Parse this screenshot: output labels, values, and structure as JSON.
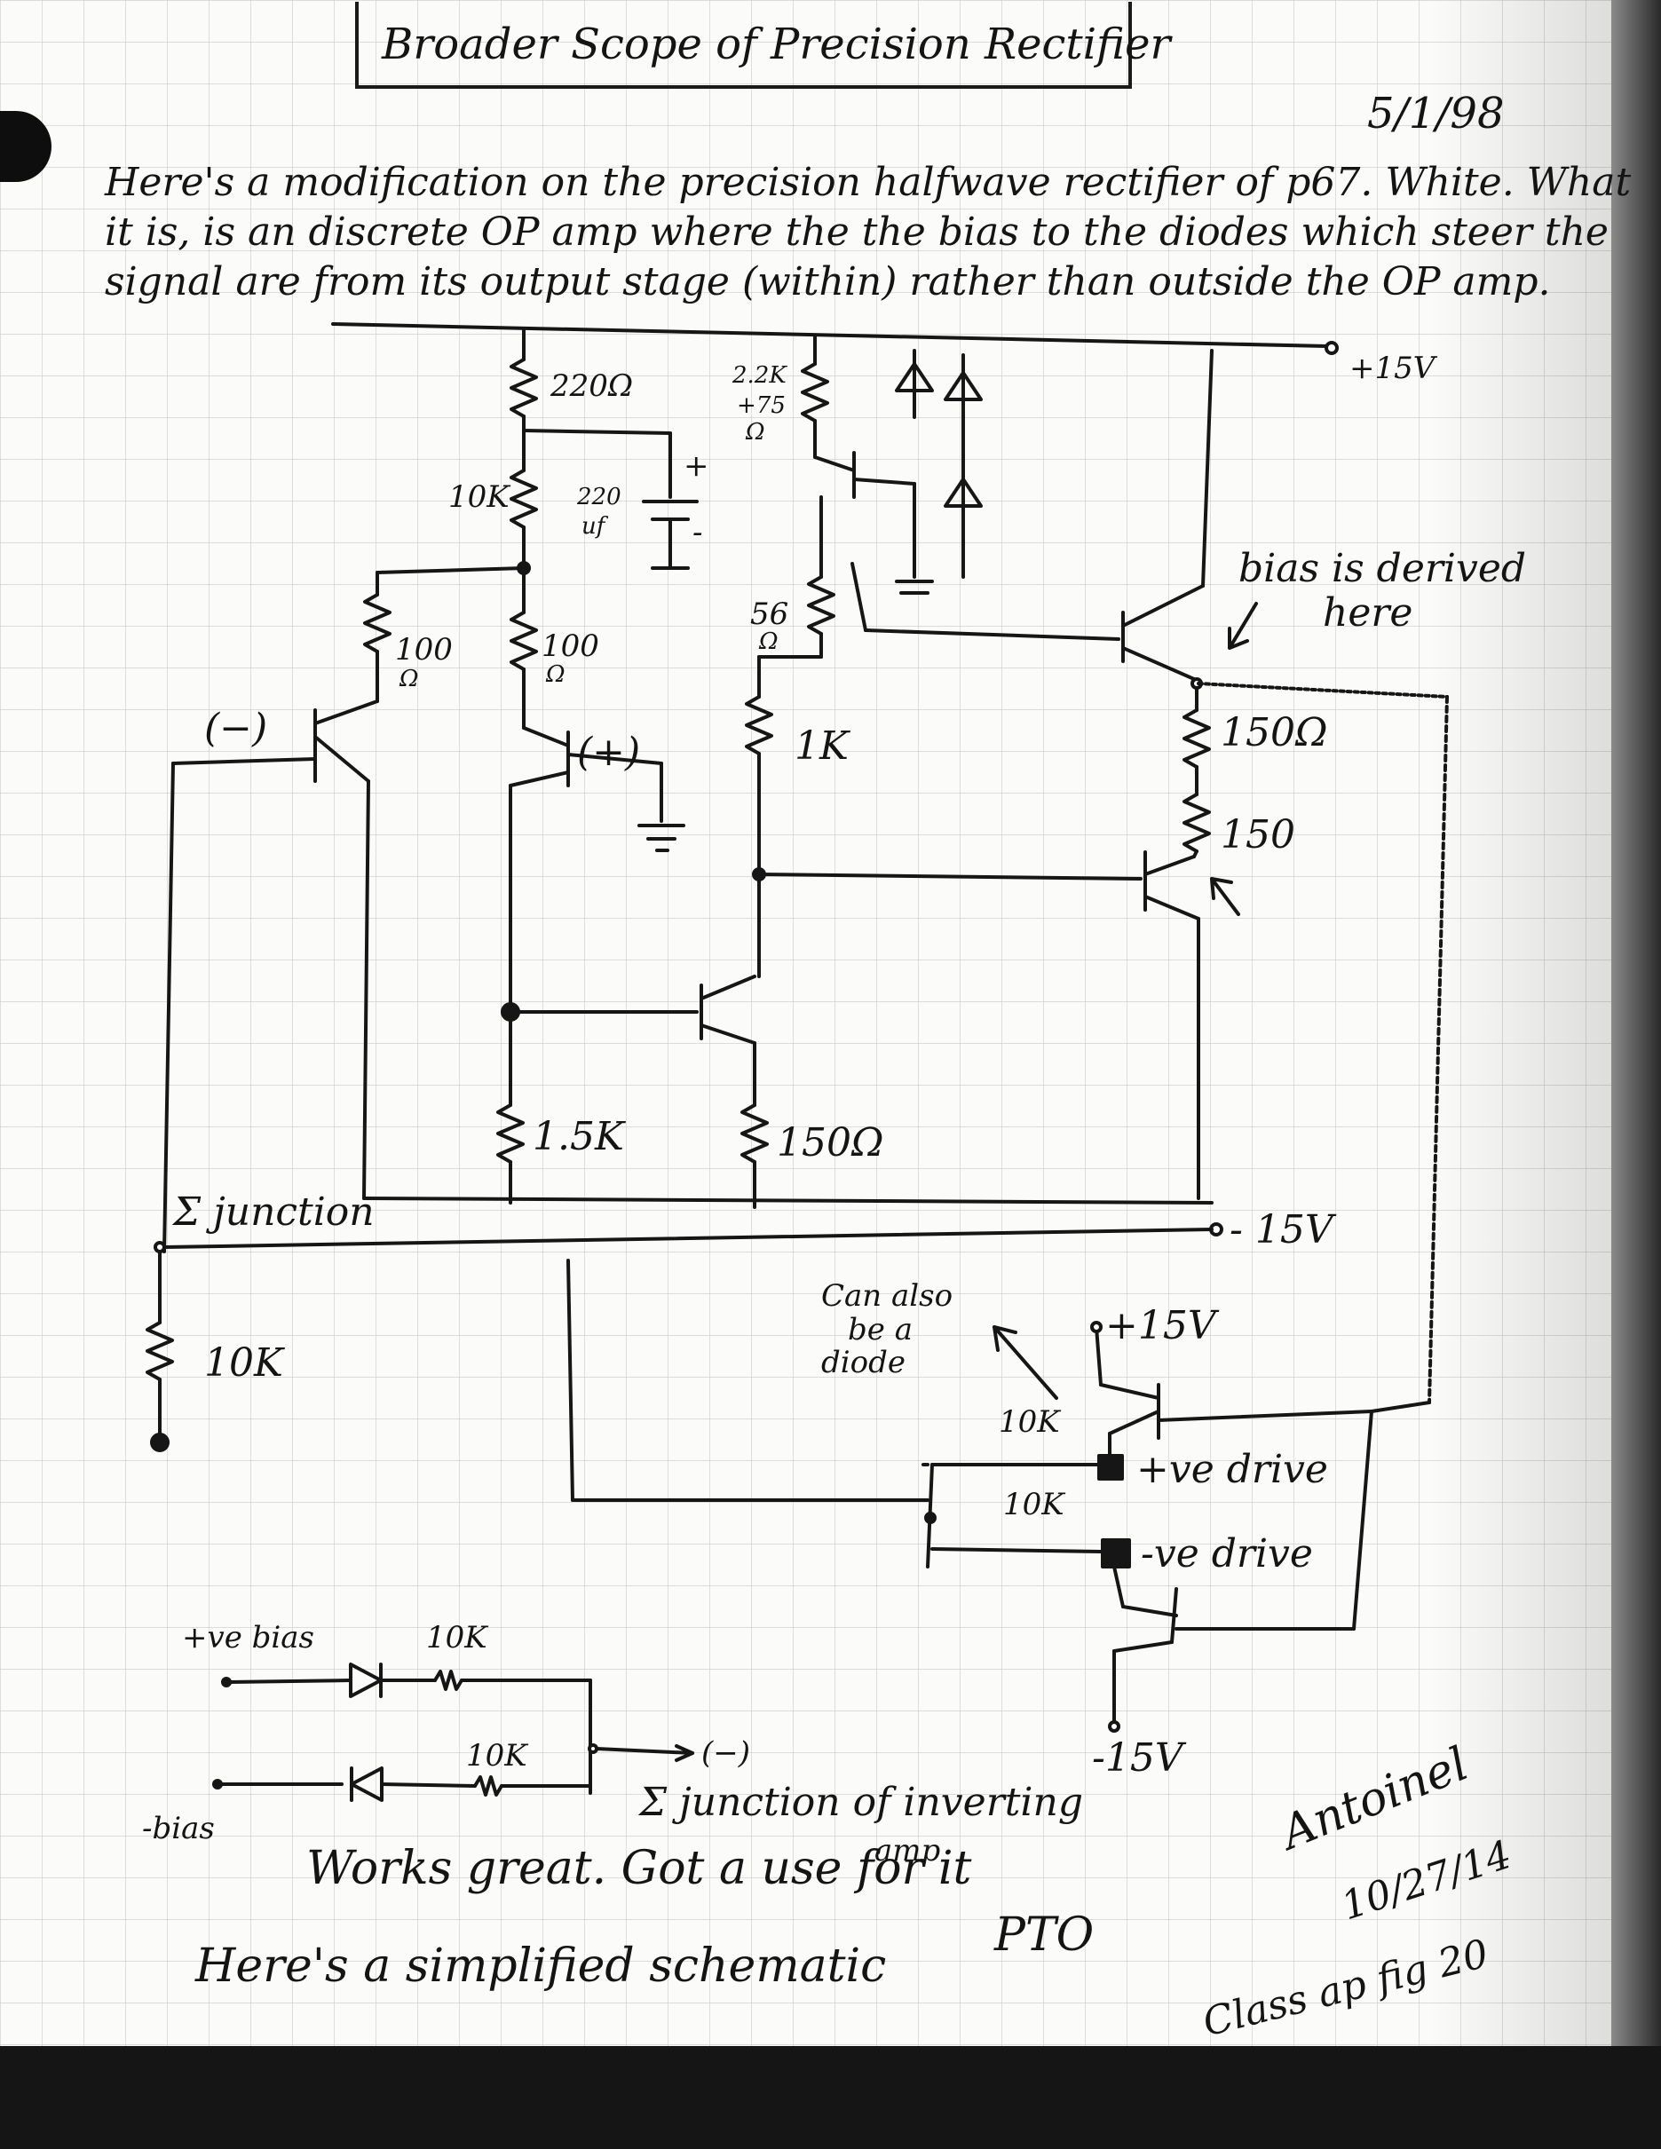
{
  "title": "Broader Scope of Precision Rectifier",
  "date": "5/1/98",
  "intro": [
    "Here's a modification on the precision halfwave rectifier of p67. White. What",
    "it is, is an discrete OP amp where the the bias to the diodes which steer the",
    "signal are from its output stage (within) rather than outside the OP amp."
  ],
  "labels": {
    "plus15_top": "+15V",
    "r_220": "220Ω",
    "r_10k_top": "10K",
    "cap": "220",
    "cap_unit": "uf",
    "plus_sign": "+",
    "minus_sign": "-",
    "r_2k2": "2.2K",
    "r_2k2b": "+75",
    "r_2k2c": "Ω",
    "r_56": "56",
    "r_56u": "Ω",
    "bias_note": "bias is derived",
    "bias_note2": "here",
    "r_100a": "100",
    "r_100au": "Ω",
    "r_100b": "100",
    "r_100bu": "Ω",
    "inv_in": "(−)",
    "noninv_in": "(+)",
    "r_1k": "1K",
    "r_150ohm": "150Ω",
    "r_150": "150",
    "r_1k5": "1.5K",
    "r_150ohm_b": "150Ω",
    "sum_junction": "Σ junction",
    "minus15_mid": "- 15V",
    "r_10k_in": "10K",
    "can_also": "Can also",
    "can_also2": "be a",
    "can_also3": "diode",
    "plus15_low": "+15V",
    "r_10k_a": "10K",
    "ve_drive_pos": "+ve drive",
    "r_10k_b": "10K",
    "ve_drive_neg": "-ve drive",
    "minus15_low": "-15V",
    "pos_bias": "+ve bias",
    "r_10k_c": "10K",
    "r_10k_d": "10K",
    "neg_bias": "-bias",
    "to_inv": "(−)",
    "sum_junction_inv": "Σ junction of inverting",
    "sum_junction_inv2": "amp"
  },
  "notes": {
    "works": "Works great. Got a use for it",
    "simplified": "Here's a simplified schematic",
    "pto": "PTO",
    "signature": "Antoinel",
    "sig_date": "10/27/14",
    "class": "Class ap fig 20"
  }
}
